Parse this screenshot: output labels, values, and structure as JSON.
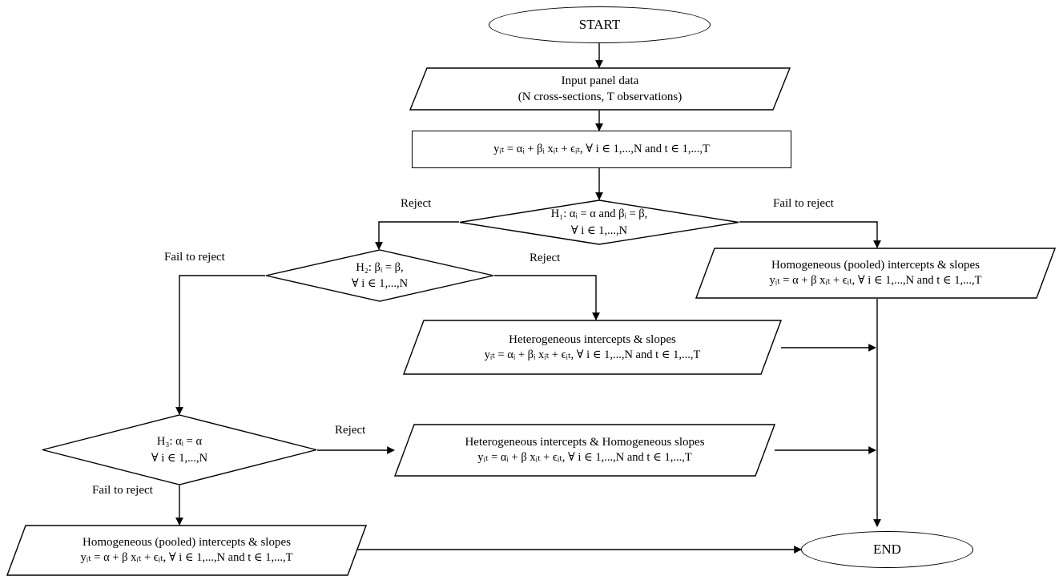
{
  "diagram": {
    "title": "Panel data model selection flowchart",
    "background": "#ffffff",
    "line_color": "#000000"
  },
  "nodes": {
    "start": {
      "label": "START",
      "shape": "terminal"
    },
    "input": {
      "line1": "Input panel data",
      "line2": "(N cross-sections, T observations)",
      "shape": "parallelogram"
    },
    "model": {
      "equation": "yᵢₜ = αᵢ + βᵢ xᵢₜ + ϵᵢₜ, ∀ i ∈ 1,...,N and t ∈ 1,...,T",
      "shape": "rectangle"
    },
    "h1": {
      "line1": "H₁: αᵢ = α and βᵢ = β,",
      "line2": "∀ i ∈ 1,...,N",
      "shape": "diamond"
    },
    "h2": {
      "line1": "H₂: βᵢ = β,",
      "line2": "∀ i ∈ 1,...,N",
      "shape": "diamond"
    },
    "h3": {
      "line1": "H₃:  αᵢ = α",
      "line2": "∀ i ∈ 1,...,N",
      "shape": "diamond"
    },
    "pooled_top": {
      "line1": "Homogeneous (pooled) intercepts & slopes",
      "line2": "yᵢₜ = α + β xᵢₜ + ϵᵢₜ, ∀ i ∈ 1,...,N and t ∈ 1,...,T",
      "shape": "parallelogram"
    },
    "hetero_both": {
      "line1": "Heterogeneous intercepts & slopes",
      "line2": "yᵢₜ = αᵢ + βᵢ xᵢₜ + ϵᵢₜ, ∀ i ∈ 1,...,N and t ∈ 1,...,T",
      "shape": "parallelogram"
    },
    "hetero_int": {
      "line1": "Heterogeneous intercepts & Homogeneous slopes",
      "line2": "yᵢₜ = αᵢ + β xᵢₜ + ϵᵢₜ, ∀ i ∈ 1,...,N and t ∈ 1,...,T",
      "shape": "parallelogram"
    },
    "pooled_bottom": {
      "line1": "Homogeneous (pooled) intercepts & slopes",
      "line2": "yᵢₜ = α + β xᵢₜ + ϵᵢₜ, ∀ i ∈ 1,...,N and t ∈ 1,...,T",
      "shape": "parallelogram"
    },
    "end": {
      "label": "END",
      "shape": "terminal"
    }
  },
  "edge_labels": {
    "h1_reject": "Reject",
    "h1_fail": "Fail to reject",
    "h2_fail": "Fail to reject",
    "h2_reject": "Reject",
    "h3_reject": "Reject",
    "h3_fail": "Fail to reject"
  }
}
